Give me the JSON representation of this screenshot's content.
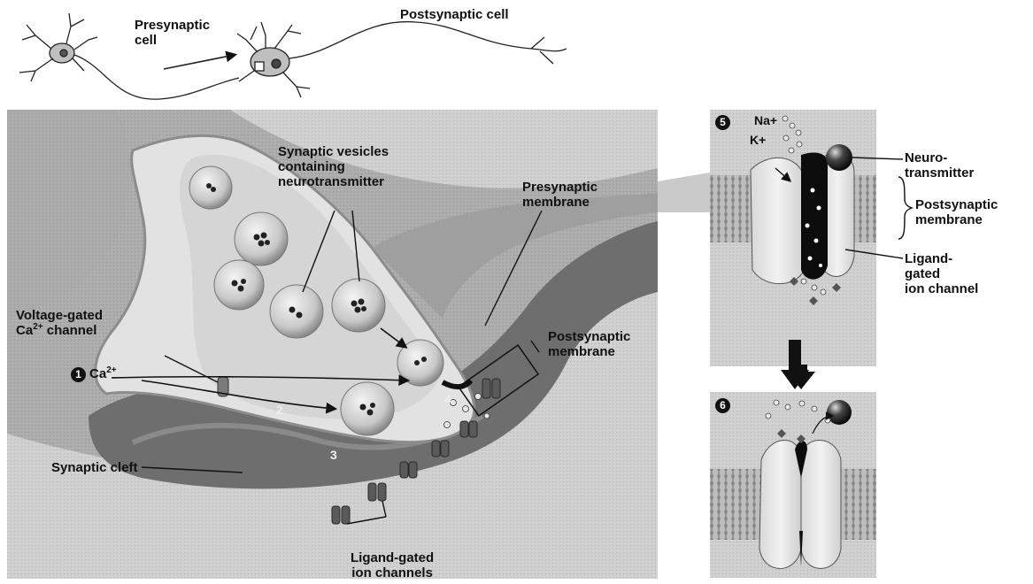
{
  "top_labels": {
    "presynaptic_cell": [
      "Presynaptic",
      "cell"
    ],
    "postsynaptic_cell": "Postsynaptic cell"
  },
  "main_panel": {
    "synaptic_vesicles": [
      "Synaptic vesicles",
      "containing",
      "neurotransmitter"
    ],
    "presynaptic_membrane": [
      "Presynaptic",
      "membrane"
    ],
    "voltage_gated_channel": {
      "line1": "Voltage-gated",
      "line2_prefix": "Ca",
      "line2_sup": "2+",
      "line2_suffix": " channel"
    },
    "calcium": {
      "base": "Ca",
      "sup": "2+"
    },
    "postsynaptic_membrane": [
      "Postsynaptic",
      "membrane"
    ],
    "synaptic_cleft": "Synaptic cleft",
    "ligand_gated": [
      "Ligand-gated",
      "ion channels"
    ],
    "step_numbers": {
      "one": "1",
      "two": "2",
      "three": "3",
      "four": "4"
    }
  },
  "side_panel": {
    "step_five": "5",
    "step_six": "6",
    "sodium": "Na+",
    "potassium": "K+",
    "neurotransmitter": [
      "Neuro-",
      "transmitter"
    ],
    "postsynaptic_membrane": [
      "Postsynaptic",
      "membrane"
    ],
    "ligand_gated_channel": [
      "Ligand-",
      "gated",
      "ion channel"
    ]
  },
  "colors": {
    "panel_gray": "#c9c9c9",
    "cell_gray": "#9a9a9a",
    "cleft_dark": "#6e6e6e",
    "terminal_light": "#e2e2e2",
    "label_ink": "#111111"
  }
}
